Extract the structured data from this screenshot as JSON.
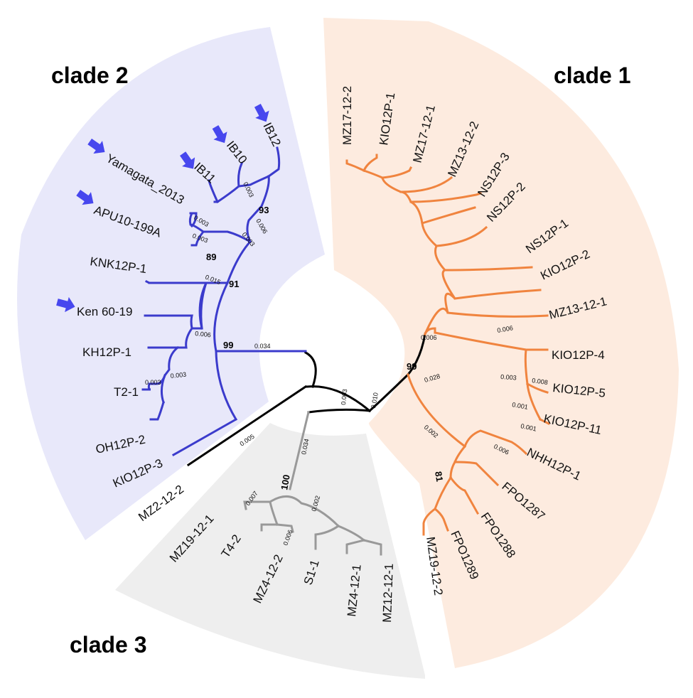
{
  "colors": {
    "clade1": "#F0843F",
    "clade2": "#3B3BCC",
    "clade3": "#999999",
    "backbone": "#000000",
    "bg1": "#FDEBDF",
    "bg2": "#E8E8FA",
    "bg3": "#EEEEEE",
    "arrow": "#4747EE"
  },
  "clades": {
    "clade1": "clade 1",
    "clade2": "clade 2",
    "clade3": "clade 3"
  },
  "leaves": {
    "MZ17_12_2": "MZ17-12-2",
    "KIO12P_1": "KIO12P-1",
    "MZ17_12_1": "MZ17-12-1",
    "MZ13_12_2": "MZ13-12-2",
    "NS12P_3": "NS12P-3",
    "NS12P_2": "NS12P-2",
    "NS12P_1": "NS12P-1",
    "KIO12P_2": "KIO12P-2",
    "MZ13_12_1": "MZ13-12-1",
    "KIO12P_4": "KIO12P-4",
    "KIO12P_5": "KIO12P-5",
    "KIO12P_11": "KIO12P-11",
    "NHH12P_1": "NHH12P-1",
    "FPO1287": "FPO1287",
    "FPO1288": "FPO1288",
    "FPO1289": "FPO1289",
    "MZ19_12_2": "MZ19-12-2",
    "MZ12_12_1": "MZ12-12-1",
    "MZ4_12_1": "MZ4-12-1",
    "S1_1": "S1-1",
    "MZ4_12_2": "MZ4-12-2",
    "T4_2": "T4-2",
    "MZ19_12_1": "MZ19-12-1",
    "MZ2_12_2": "MZ2-12-2",
    "KIO12P_3": "KIO12P-3",
    "OH12P_2": "OH12P-2",
    "T2_1": "T2-1",
    "KH12P_1": "KH12P-1",
    "Ken60_19": "Ken 60-19",
    "KNK12P_1": "KNK12P-1",
    "APU10_199A": "APU10-199A",
    "Yamagata_2013": "Yamagata_2013",
    "IB11": "IB11",
    "IB10": "IB10",
    "IB12": "IB12"
  },
  "bootstrap": {
    "b99_clade1": "99",
    "b81": "81",
    "b100": "100",
    "b99_clade2": "99",
    "b91": "91",
    "b93": "93",
    "b89": "89"
  },
  "branch_lengths": {
    "l_0034_c2": "0.034",
    "l_0003_root": "0.003",
    "l_0010": "0.010",
    "l_0028": "0.028",
    "l_0006_c1": "0.006",
    "l_0006_mz13": "0.006",
    "l_0003_kio": "0.003",
    "l_0008": "0.008",
    "l_0001a": "0.001",
    "l_0001b": "0.001",
    "l_0002_c1": "0.002",
    "l_0006_nhh": "0.006",
    "l_0034_c3": "0.034",
    "l_0002_c3": "0.002",
    "l_0007": "0.007",
    "l_0006_mz4": "0.006",
    "l_0005": "0.005",
    "l_0003_kh": "0.003",
    "l_0003_t2": "0.003",
    "l_0006_ken": "0.006",
    "l_0015": "0.015",
    "l_0003_a": "0.003",
    "l_0006_b": "0.006",
    "l_0003_ib10": "0.003",
    "l_0003_apu": "0.003",
    "l_0003_yam": "0.003"
  },
  "arrows": [
    "Yamagata_2013",
    "APU10_199A",
    "Ken60_19",
    "IB11",
    "IB10",
    "IB12"
  ]
}
